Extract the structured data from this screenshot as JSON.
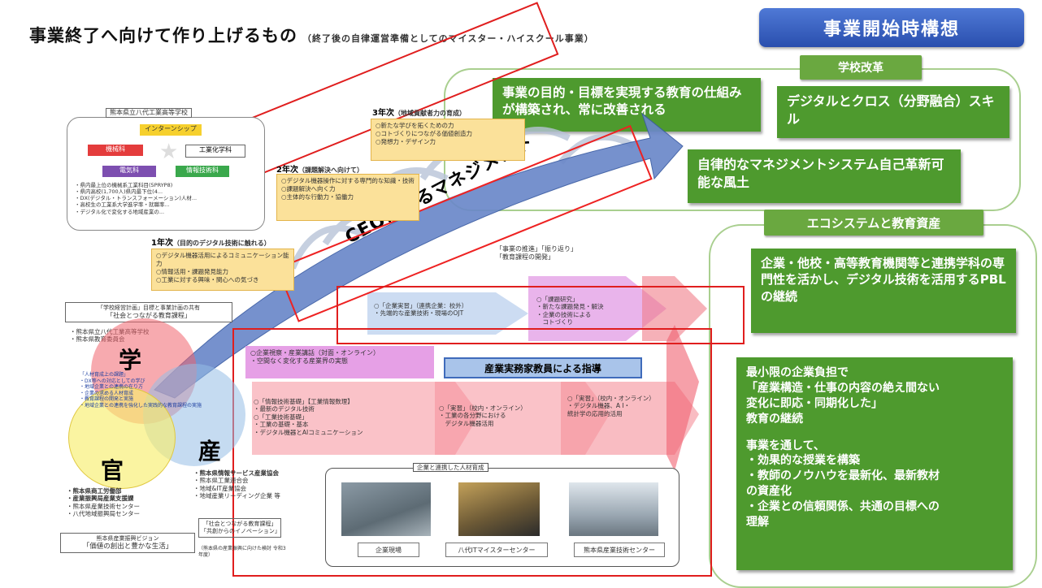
{
  "title": "事業終了へ向けて作り上げるもの",
  "subtitle": "（終了後の自律運営準備としてのマイスター・ハイスクール事業）",
  "badge": "事業開始時構想",
  "school_reform": {
    "header": "学校改革",
    "top_box": "事業の目的・目標を実現する教育の仕組みが構築され、常に改善される",
    "box1": "デジタルとクロス（分野融合）スキル",
    "box2": "自律的なマネジメントシステム自己革新可能な風土"
  },
  "eco": {
    "header": "エコシステムと教育資産",
    "box1": "企業・他校・高等教育機関等と連携学科の専門性を活かし、デジタル技術を活用するPBLの継続",
    "box2_lines": [
      "最小限の企業負担で",
      "「産業構造・仕事の内容の絶え間ない",
      "変化に即応・同期化した」",
      "教育の継続",
      "",
      "事業を通して、",
      "・効果的な授業を構築",
      "・教師のノウハウを最新化、最新教材",
      "の資産化",
      "・企業との信頼関係、共通の目標への",
      "理解"
    ]
  },
  "arrow_text": "CEOによるマネジメント",
  "school_box": {
    "title": "熊本県立八代工業高等学校",
    "tag_intern": "インターンシップ",
    "tag_machine": "機械科",
    "tag_elec": "工業化学科",
    "tag_denki": "電気科",
    "tag_info": "情報技術科",
    "notes": [
      "・県内最上位の機械系工業科目(5PRYP8)",
      "・県内高校(1,700人)県内最下位(4...",
      "・DX(デジタル・トランスフォーメーション)人材...",
      "・高校生の工業系大学進学率・就職率...",
      "・デジタル化で変化する地域産業の..."
    ]
  },
  "year3": {
    "label": "3年次",
    "sub": "（地域貢献者力の育成）",
    "items": [
      "○新たな学びを拓くための力",
      "○コトづくりにつながる価値創造力",
      "○発想力・デザイン力"
    ]
  },
  "year2": {
    "label": "2年次",
    "sub": "（課題解決へ向けて）",
    "items": [
      "○デジタル機器操作に対する専門的な知識・技術",
      "○課題解決へ向く力",
      "○主体的な行動力・協働力"
    ]
  },
  "year1": {
    "label": "1年次",
    "sub": "（目的のデジタル技術に触れる）",
    "items": [
      "○デジタル機器活用によるコミュニケーション能力",
      "○情報活用・課題発見能力",
      "○工業に対する興味・関心への気づき"
    ]
  },
  "mid_notes": [
    "「事業の推進」「振り返り」",
    "「教育課程の開発」"
  ],
  "sector": {
    "left_title": "「社会とつながる教育課程」",
    "left_note": "「学校経営計画」目標と事業計画の共有",
    "gaku": "学",
    "san": "産",
    "kan": "官",
    "gaku_list": [
      "・熊本県立八代工業高等学校",
      "・熊本県教育委員会"
    ],
    "mid_notes": [
      "「人材育成上の課題」",
      "・DX等への対応としての学び",
      "・地域企業との連携の在り方",
      "・企業の求める人材育成",
      "・教育課程の開発と実施",
      "・地域企業との連携を強化した実践的な教育課程の実施"
    ],
    "san_list": [
      "・熊本県情報サービス産業協会",
      "・熊本県工業連合会",
      "・地域&IT産業協会",
      "・地域産業リーディング企業 等"
    ],
    "kan_list": [
      "・熊本県商工労働部",
      "・産業振興局産業支援課",
      "・熊本県産業技術センター",
      "・八代地域振興局センター"
    ],
    "bottom_title": "熊本県産業振興ビジョン",
    "bottom_text": "「価値の創出と豊かな生活」",
    "right_title": "「社会とつながる教育課程」",
    "right_text": "「共創からのイノベーション」",
    "right_small": "（熊本県の産業振興に向けた検討 令和3年度）"
  },
  "flow": {
    "top1": "○「企業実習」（連携企業：校外）\n・先端的な産業技術・現場のOJT",
    "top2": "○「課題研究」\n・新たな課題発見・解決\n・企業の技術による\n　コトづくり",
    "pink": "○企業視察・産業講話（対面・オンライン）\n・空間なく変化する産業界の実態",
    "blue_title": "産業実務家教員による指導",
    "c1": "○「情報技術基礎」【工業情報数理】\n・最新のデジタル技術\n○「工業技術基礎」\n・工業の基礎・基本\n・デジタル機器とAIコミュニケーション",
    "c2": "○「実習」（校内・オンライン）\n・工業の各分野における\n　デジタル機器活用",
    "c3": "○「実習」（校内・オンライン）\n・デジタル機器、A I・\n  統計学の応用的活用"
  },
  "photos": {
    "title": "企業と連携した人材育成",
    "labels": [
      "企業現場",
      "八代ITマイスターセンター",
      "熊本県産業技術センター"
    ]
  }
}
